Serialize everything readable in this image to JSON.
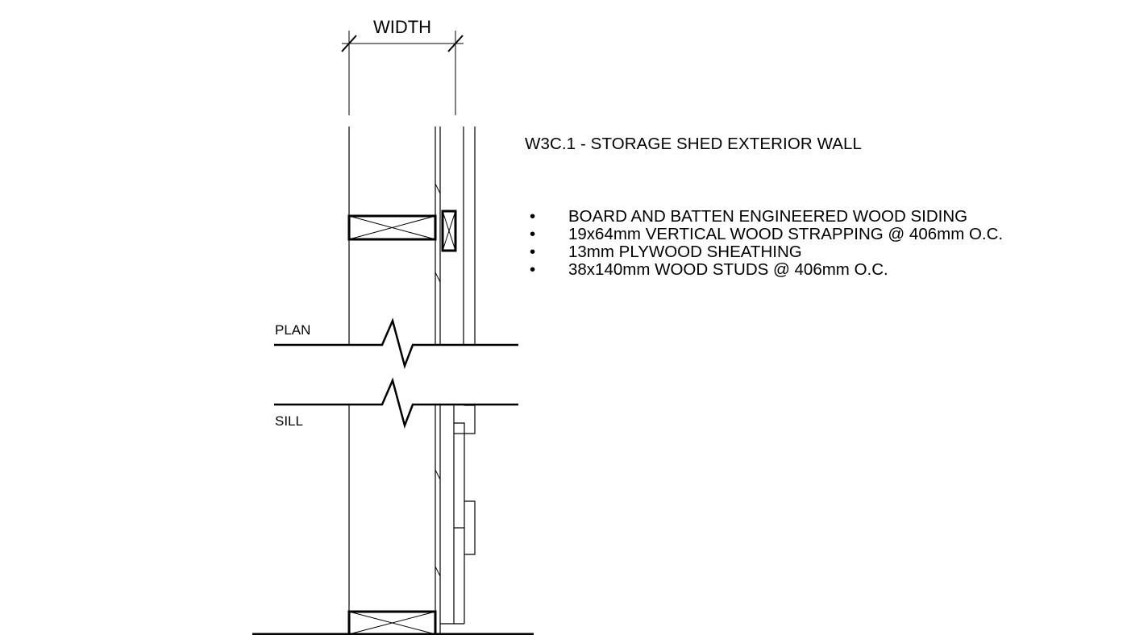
{
  "drawing": {
    "dimension_label": "WIDTH",
    "plan_label": "PLAN",
    "sill_label": "SILL"
  },
  "notes": {
    "title": "W3C.1 - STORAGE SHED EXTERIOR WALL",
    "bullet": "•",
    "items": [
      "BOARD AND BATTEN ENGINEERED WOOD SIDING",
      "19x64mm VERTICAL WOOD STRAPPING @ 406mm O.C.",
      "13mm PLYWOOD SHEATHING",
      "38x140mm WOOD STUDS @ 406mm O.C."
    ]
  }
}
